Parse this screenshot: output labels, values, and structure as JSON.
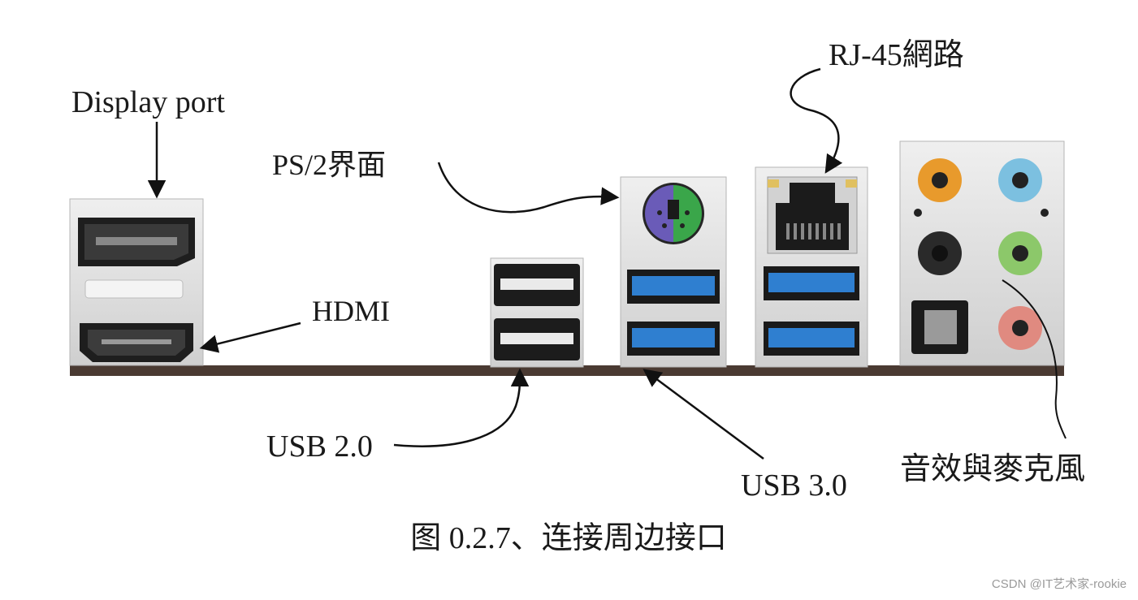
{
  "labels": {
    "display_port": "Display port",
    "hdmi": "HDMI",
    "ps2": "PS/2界面",
    "rj45": "RJ-45網路",
    "usb20": "USB 2.0",
    "usb30": "USB 3.0",
    "audio": "音效與麥克風"
  },
  "caption": "图 0.2.7、连接周边接口",
  "watermark": "CSDN @IT艺术家-rookie",
  "colors": {
    "usb3_blue": "#2f7fd0",
    "ps2_purple": "#6a5bb8",
    "ps2_green": "#3aa64a",
    "audio_orange": "#e89a2c",
    "audio_blue": "#7cc0e0",
    "audio_black": "#2a2a2a",
    "audio_green": "#8cc86a",
    "audio_pink": "#e08a80",
    "board": "#4a3a32",
    "metal": "#d8d8d8"
  }
}
